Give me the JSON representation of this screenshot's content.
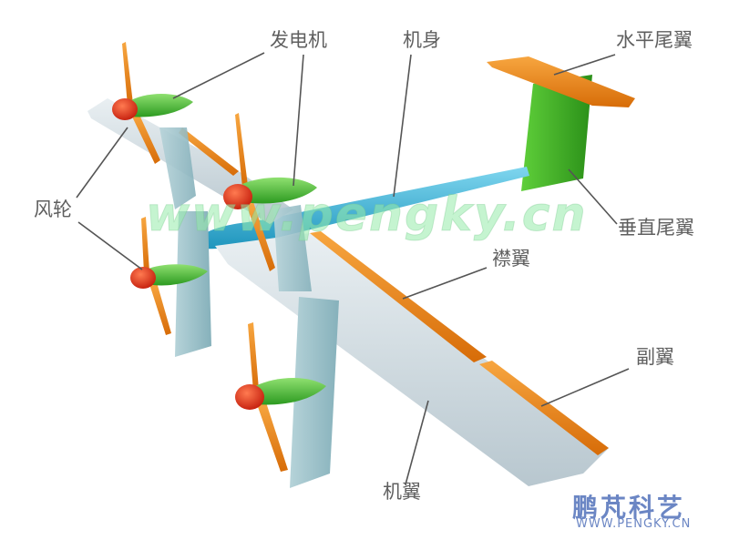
{
  "diagram": {
    "subject": "Tandem-wing aircraft with wing-mounted wind turbine generators",
    "labels": {
      "generator": "发电机",
      "fuselage": "机身",
      "horizontal_tail": "水平尾翼",
      "wind_wheel": "风轮",
      "vertical_tail": "垂直尾翼",
      "flap": "襟翼",
      "aileron": "副翼",
      "wing": "机翼"
    },
    "watermark": "www.pengky.cn",
    "logo": {
      "name": "鹏芃科艺",
      "url_text": "WWW.PENGKY.CN"
    },
    "colors": {
      "wing": "#cdd8de",
      "pylon": "#9fc4cc",
      "fuselage": "#35b1d6",
      "nacelle": "#3fb52b",
      "spinner": "#e0301a",
      "blade": "#f08a10",
      "control_surface": "#ec8416",
      "vertical_tail": "#3fb52b",
      "label_text": "#5f5f5f",
      "leader_line": "#555555",
      "logo": "#6b86c4"
    }
  }
}
